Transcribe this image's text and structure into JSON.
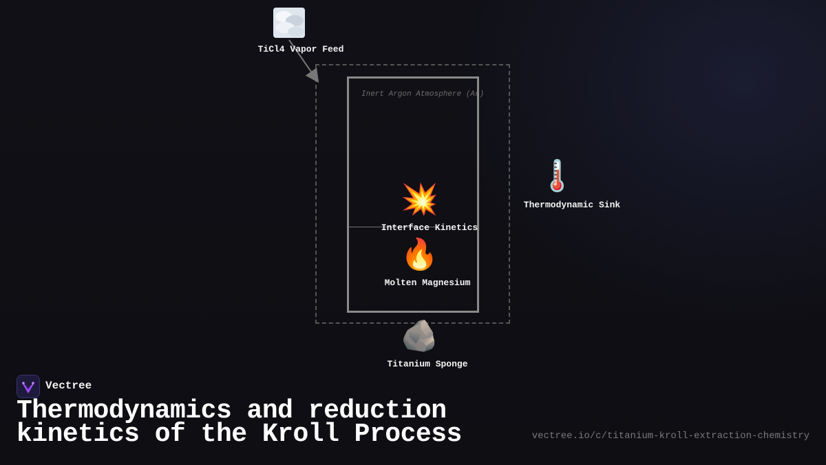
{
  "diagram": {
    "atmosphere_label": "Inert Argon Atmosphere (Ar)",
    "nodes": {
      "vapor_feed": {
        "label": "TiCl4 Vapor Feed",
        "icon": "cloud-icon"
      },
      "interface": {
        "label": "Interface Kinetics",
        "icon": "collision-icon"
      },
      "magnesium": {
        "label": "Molten Magnesium",
        "icon": "fire-icon"
      },
      "sink": {
        "label": "Thermodynamic Sink",
        "icon": "thermometer-icon"
      },
      "sponge": {
        "label": "Titanium Sponge",
        "icon": "rock-icon"
      }
    }
  },
  "footer": {
    "brand": "Vectree",
    "title": "Thermodynamics and reduction kinetics of the Kroll Process",
    "url": "vectree.io/c/titanium-kroll-extraction-chemistry"
  }
}
